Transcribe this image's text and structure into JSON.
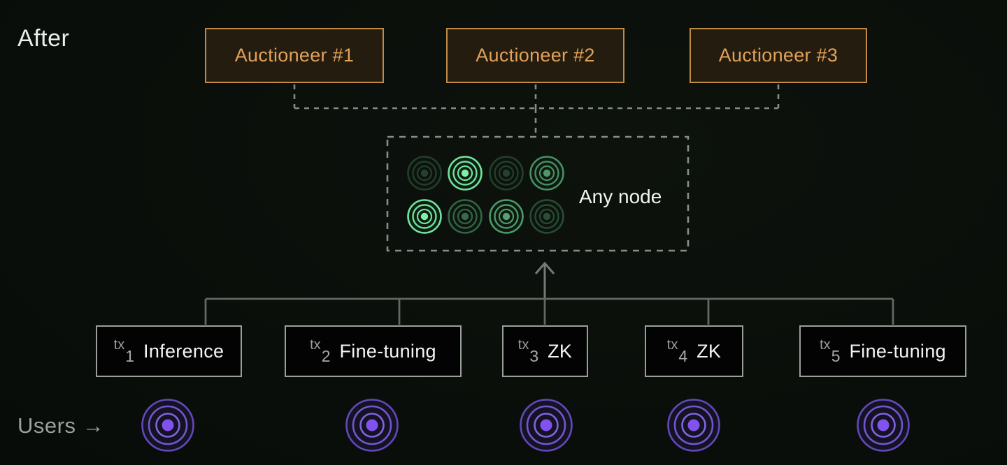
{
  "title": "After",
  "auctioneers": [
    {
      "label": "Auctioneer #1"
    },
    {
      "label": "Auctioneer #2"
    },
    {
      "label": "Auctioneer #3"
    }
  ],
  "any_node": {
    "label": "Any node",
    "node_intensities": [
      0.22,
      1,
      0.22,
      0.6,
      1,
      0.4,
      0.65,
      0.28
    ]
  },
  "transactions": [
    {
      "prefix": "tx",
      "index": "1",
      "label": "Inference"
    },
    {
      "prefix": "tx",
      "index": "2",
      "label": "Fine-tuning"
    },
    {
      "prefix": "tx",
      "index": "3",
      "label": "ZK"
    },
    {
      "prefix": "tx",
      "index": "4",
      "label": "ZK"
    },
    {
      "prefix": "tx",
      "index": "5",
      "label": "Fine-tuning"
    }
  ],
  "users": {
    "label": "Users →",
    "count": 5
  },
  "colors": {
    "accent_orange": "#e2a258",
    "orange_border": "#bf8b46",
    "node_green": "#6fe39b",
    "user_purple": "#8152ee",
    "wire_gray": "#626862",
    "dash_gray": "#858b85",
    "text_white": "#f2f4f2",
    "text_gray": "#9ba19b"
  }
}
